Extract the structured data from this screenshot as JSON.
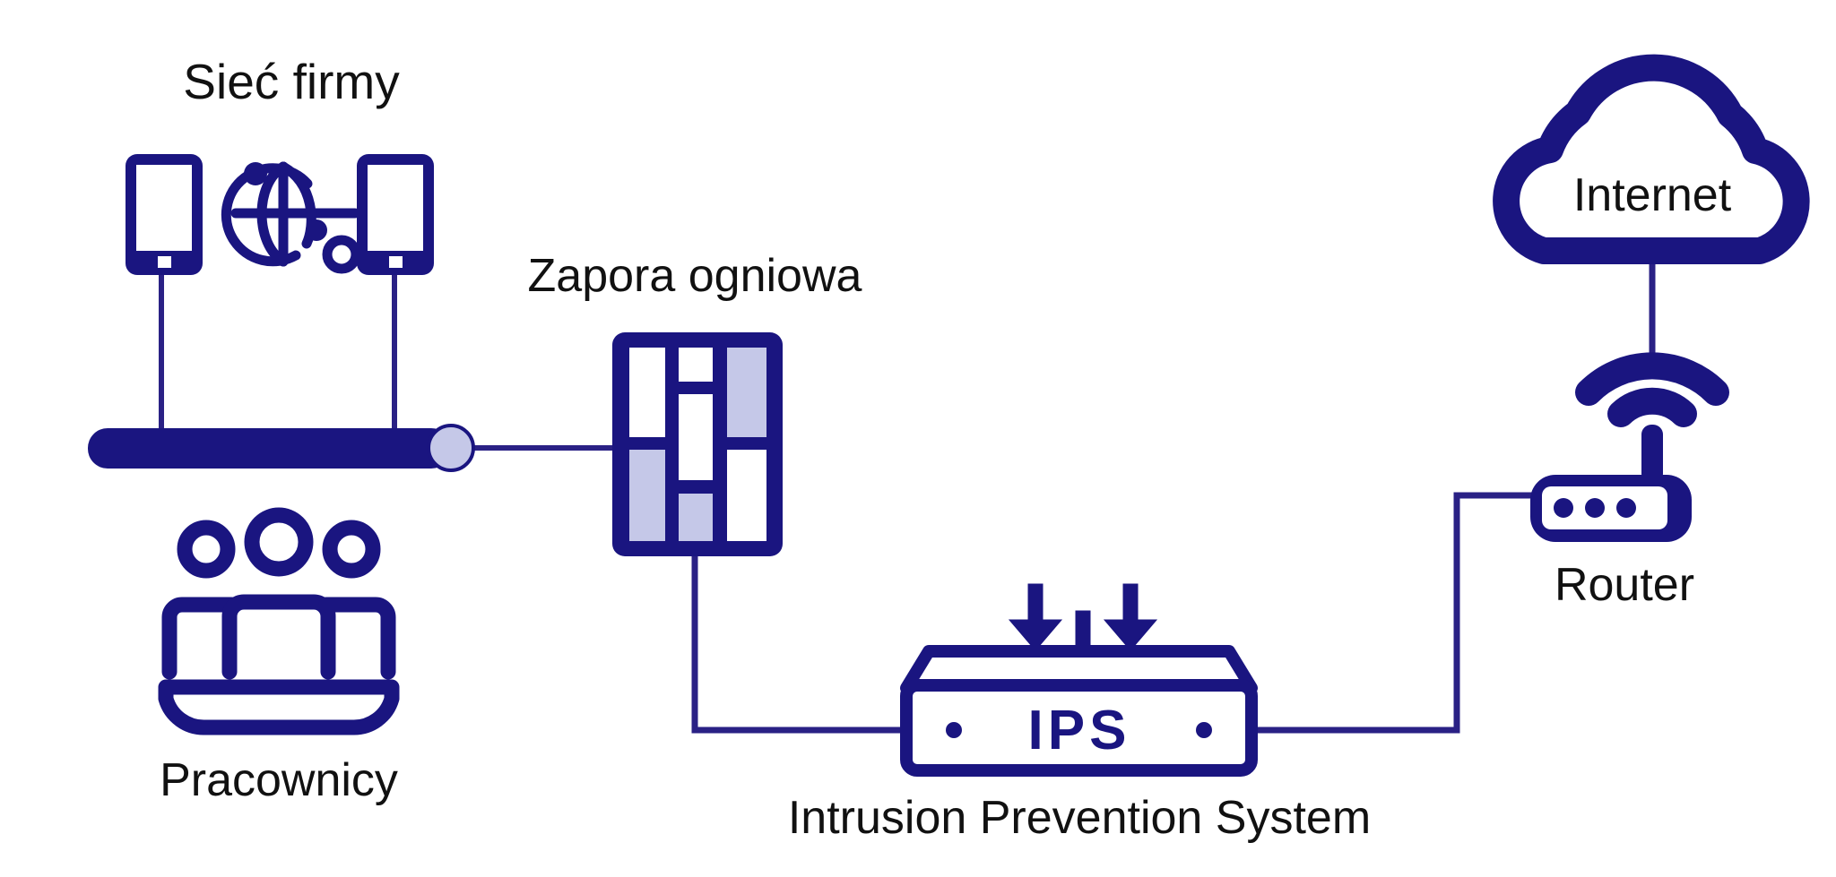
{
  "diagram": {
    "title": "Network security topology diagram",
    "language": "pl",
    "background_color": "#ffffff",
    "colors": {
      "primary": "#1a1580",
      "accent_fill": "#c5c8e8",
      "text": "#111111",
      "line": "#2a2185"
    },
    "labels": {
      "company_network": "Sieć firmy",
      "firewall": "Zapora ogniowa",
      "employees": "Pracownicy",
      "ips_caption": "Intrusion Prevention System",
      "router": "Router",
      "internet": "Internet",
      "ips_device": "IPS"
    },
    "nodes": [
      {
        "id": "company-network",
        "label": "Sieć firmy",
        "icon": "network-globe-icon",
        "devices": [
          "tablet-icon",
          "globe-icon",
          "tablet-icon"
        ]
      },
      {
        "id": "employees",
        "label": "Pracownicy",
        "icon": "people-group-icon",
        "people_count": 3
      },
      {
        "id": "firewall",
        "label": "Zapora ogniowa",
        "icon": "brick-wall-icon"
      },
      {
        "id": "ips",
        "label": "Intrusion Prevention System",
        "device_text": "IPS",
        "icon": "ips-appliance-icon",
        "arrow_count": 3
      },
      {
        "id": "router",
        "label": "Router",
        "icon": "wifi-router-icon",
        "led_count": 3
      },
      {
        "id": "internet",
        "label": "Internet",
        "icon": "cloud-icon"
      }
    ],
    "connections": [
      {
        "from": "company-network",
        "to": "firewall"
      },
      {
        "from": "firewall",
        "to": "ips"
      },
      {
        "from": "ips",
        "to": "router"
      },
      {
        "from": "router",
        "to": "internet"
      }
    ]
  }
}
